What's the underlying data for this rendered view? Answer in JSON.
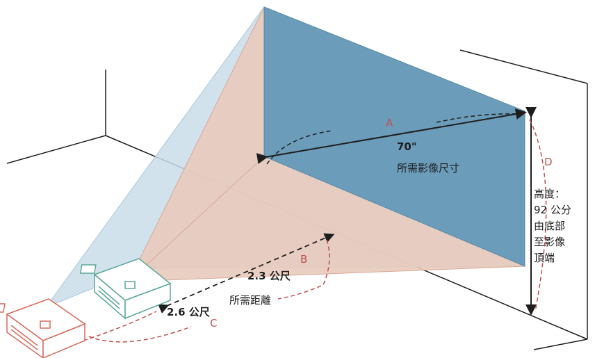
{
  "labels": {
    "a": "A",
    "b": "B",
    "c": "C",
    "d": "D",
    "diagonal_value": "70\"",
    "diagonal_caption": "所需影像尺寸",
    "distance_near": "2.3 公尺",
    "distance_far": "2.6 公尺",
    "distance_caption": "所需距離",
    "height_lines": [
      "高度：",
      "92 公分",
      "由底部",
      "至影像",
      "頂端"
    ]
  },
  "colors": {
    "screen": "#6b9cba",
    "near_beam": "#e8cabd",
    "far_beam": "#c9dde9",
    "letter_red": "#c0504d",
    "projector_near": "#5aa79a",
    "projector_far": "#d9695c",
    "line_dark": "#1e1e1e"
  }
}
